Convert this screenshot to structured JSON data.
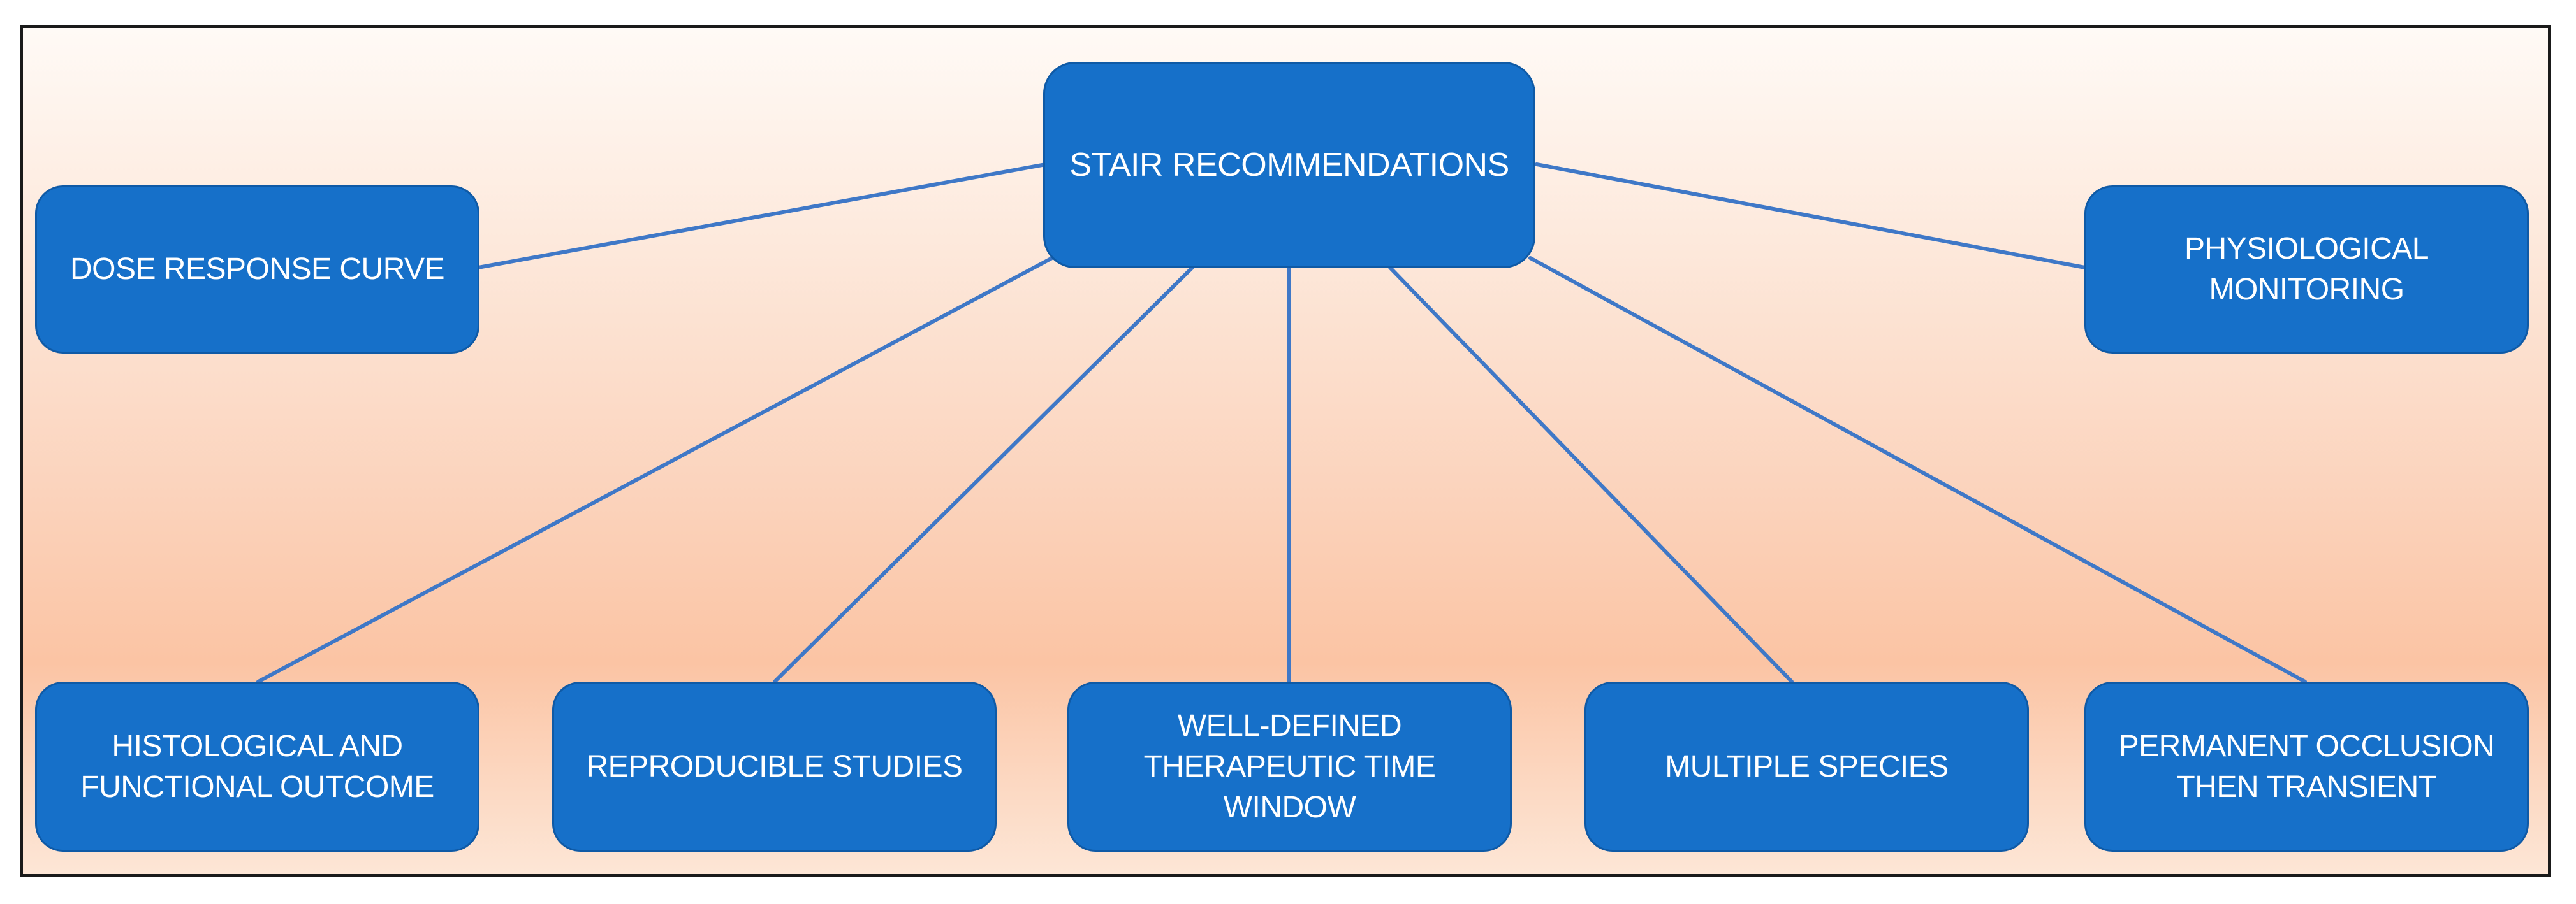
{
  "diagram": {
    "center": {
      "label": "STAIR RECOMMENDATIONS"
    },
    "nodes": [
      {
        "id": "dose",
        "label": "DOSE RESPONSE CURVE"
      },
      {
        "id": "physio",
        "label": "PHYSIOLOGICAL\nMONITORING"
      },
      {
        "id": "histo",
        "label": "HISTOLOGICAL AND\nFUNCTIONAL OUTCOME"
      },
      {
        "id": "repro",
        "label": "REPRODUCIBLE  STUDIES"
      },
      {
        "id": "window",
        "label": "WELL-DEFINED\nTHERAPEUTIC TIME\nWINDOW"
      },
      {
        "id": "species",
        "label": "MULTIPLE SPECIES"
      },
      {
        "id": "occlusion",
        "label": "PERMANENT OCCLUSION\nTHEN TRANSIENT"
      }
    ],
    "colors": {
      "node_fill": "#1670c9",
      "node_border": "#0f5aa6",
      "connector": "#3f78c7",
      "text": "#ffffff"
    }
  }
}
